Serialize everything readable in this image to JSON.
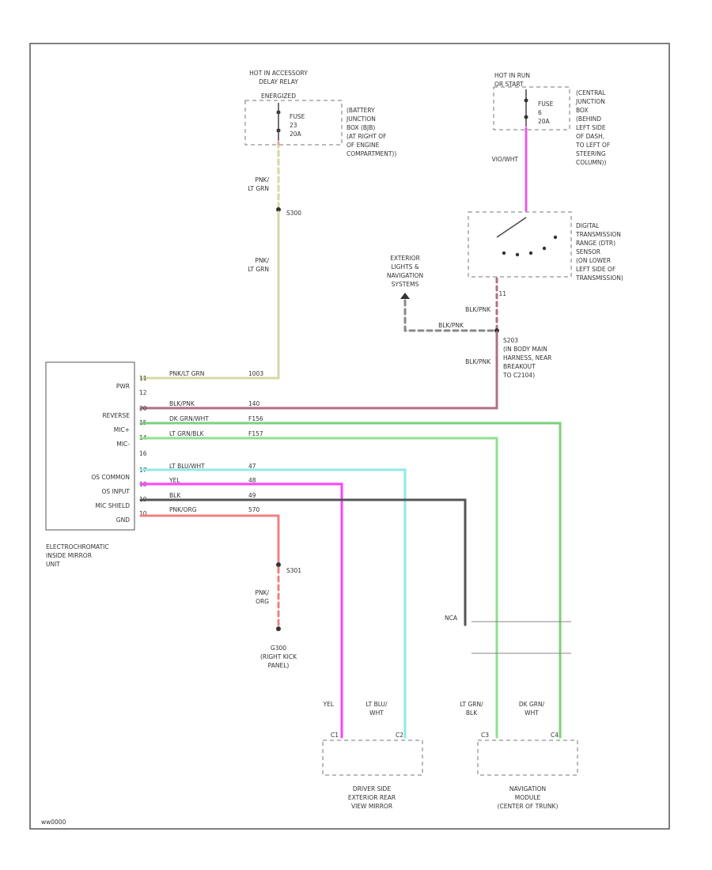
{
  "colors": {
    "frame": "#555555",
    "pink_ltgrn": "#e8a0a0",
    "ltgrn": "#d7d7a6",
    "violet_wht": "#e060e0",
    "blk_pnk": "#b07080",
    "dkgrn_wht": "#7ed07e",
    "ltgrn_blk": "#8fe08f",
    "ltblu_wht": "#8fe8e8",
    "yel": "#ff40ff",
    "blk": "#555555",
    "pnk_org": "#f08080"
  },
  "relay_left": {
    "title": [
      "HOT IN ACCESSORY",
      "DELAY RELAY"
    ],
    "state": "ENERGIZED",
    "fuse": [
      "FUSE",
      "23",
      "20A"
    ],
    "location": [
      "(BATTERY",
      "JUNCTION",
      "BOX (BJB)",
      "(AT RIGHT OF",
      "OF ENGINE",
      "COMPARTMENT))"
    ]
  },
  "relay_right": {
    "title": [
      "HOT IN RUN",
      "OR START"
    ],
    "fuse": [
      "FUSE",
      "6",
      "20A"
    ],
    "location": [
      "(CENTRAL",
      "JUNCTION",
      "BOX",
      "(BEHIND",
      "LEFT SIDE",
      "OF DASH,",
      "TO LEFT OF",
      "STEERING",
      "COLUMN))"
    ]
  },
  "sensor": {
    "desc": [
      "DIGITAL",
      "TRANSMISSION",
      "RANGE (DTR)",
      "SENSOR",
      "(ON LOWER",
      "LEFT SIDE OF",
      "TRANSMISSION)"
    ],
    "pin": "11"
  },
  "wires": {
    "vio_wht": "VIO/WHT",
    "pnk_ltgrn_1": [
      "PNK/",
      "LT GRN"
    ],
    "pnk_ltgrn_2": [
      "PNK/",
      "LT GRN"
    ],
    "blk_pnk_1": "BLK/PNK",
    "blk_pnk_2": "BLK/PNK",
    "blk_pnk_3": "BLK/PNK",
    "pnk_org": [
      "PNK/",
      "ORG"
    ]
  },
  "splices": {
    "s300": "S300",
    "s203": [
      "S203",
      "(IN BODY MAIN",
      "HARNESS, NEAR",
      "BREAKOUT",
      "TO C2104)"
    ],
    "s301": "S301"
  },
  "exterior": [
    "EXTERIOR",
    "LIGHTS &",
    "NAVIGATION",
    "SYSTEMS"
  ],
  "mirror": {
    "label": [
      "ELECTROCHROMATIC",
      "INSIDE MIRROR",
      "UNIT"
    ],
    "pins": [
      {
        "pin": "11",
        "name": "PWR",
        "wire": "PNK/LT GRN",
        "circuit": "1003"
      },
      {
        "pin": "12",
        "name": "",
        "wire": "",
        "circuit": ""
      },
      {
        "pin": "20",
        "name": "REVERSE",
        "wire": "BLK/PNK",
        "circuit": "140"
      },
      {
        "pin": "15",
        "name": "MIC+",
        "wire": "DK GRN/WHT",
        "circuit": "F156"
      },
      {
        "pin": "14",
        "name": "MIC-",
        "wire": "LT GRN/BLK",
        "circuit": "F157"
      },
      {
        "pin": "16",
        "name": "",
        "wire": "",
        "circuit": ""
      },
      {
        "pin": "17",
        "name": "OS COMMON",
        "wire": "LT BLU/WHT",
        "circuit": "47"
      },
      {
        "pin": "18",
        "name": "OS INPUT",
        "wire": "YEL",
        "circuit": "48"
      },
      {
        "pin": "19",
        "name": "MIC SHIELD",
        "wire": "BLK",
        "circuit": "49"
      },
      {
        "pin": "10",
        "name": "GND",
        "wire": "PNK/ORG",
        "circuit": "570"
      }
    ]
  },
  "ground": {
    "id": "G300",
    "location": [
      "(RIGHT KICK",
      "PANEL)"
    ]
  },
  "nca": "NCA",
  "driver_mirror": {
    "label": [
      "DRIVER SIDE",
      "EXTERIOR REAR",
      "VIEW MIRROR"
    ],
    "pins": [
      "C1",
      "C2"
    ],
    "wire_a": "YEL",
    "wire_b": [
      "LT BLU/",
      "WHT"
    ]
  },
  "nav_module": {
    "label": [
      "NAVIGATION",
      "MODULE",
      "(CENTER OF TRUNK)"
    ],
    "pins": [
      "C3",
      "C4"
    ],
    "wire_a": [
      "LT GRN/",
      "BLK"
    ],
    "wire_b": [
      "DK GRN/",
      "WHT"
    ]
  },
  "footer_code": "ww0000"
}
